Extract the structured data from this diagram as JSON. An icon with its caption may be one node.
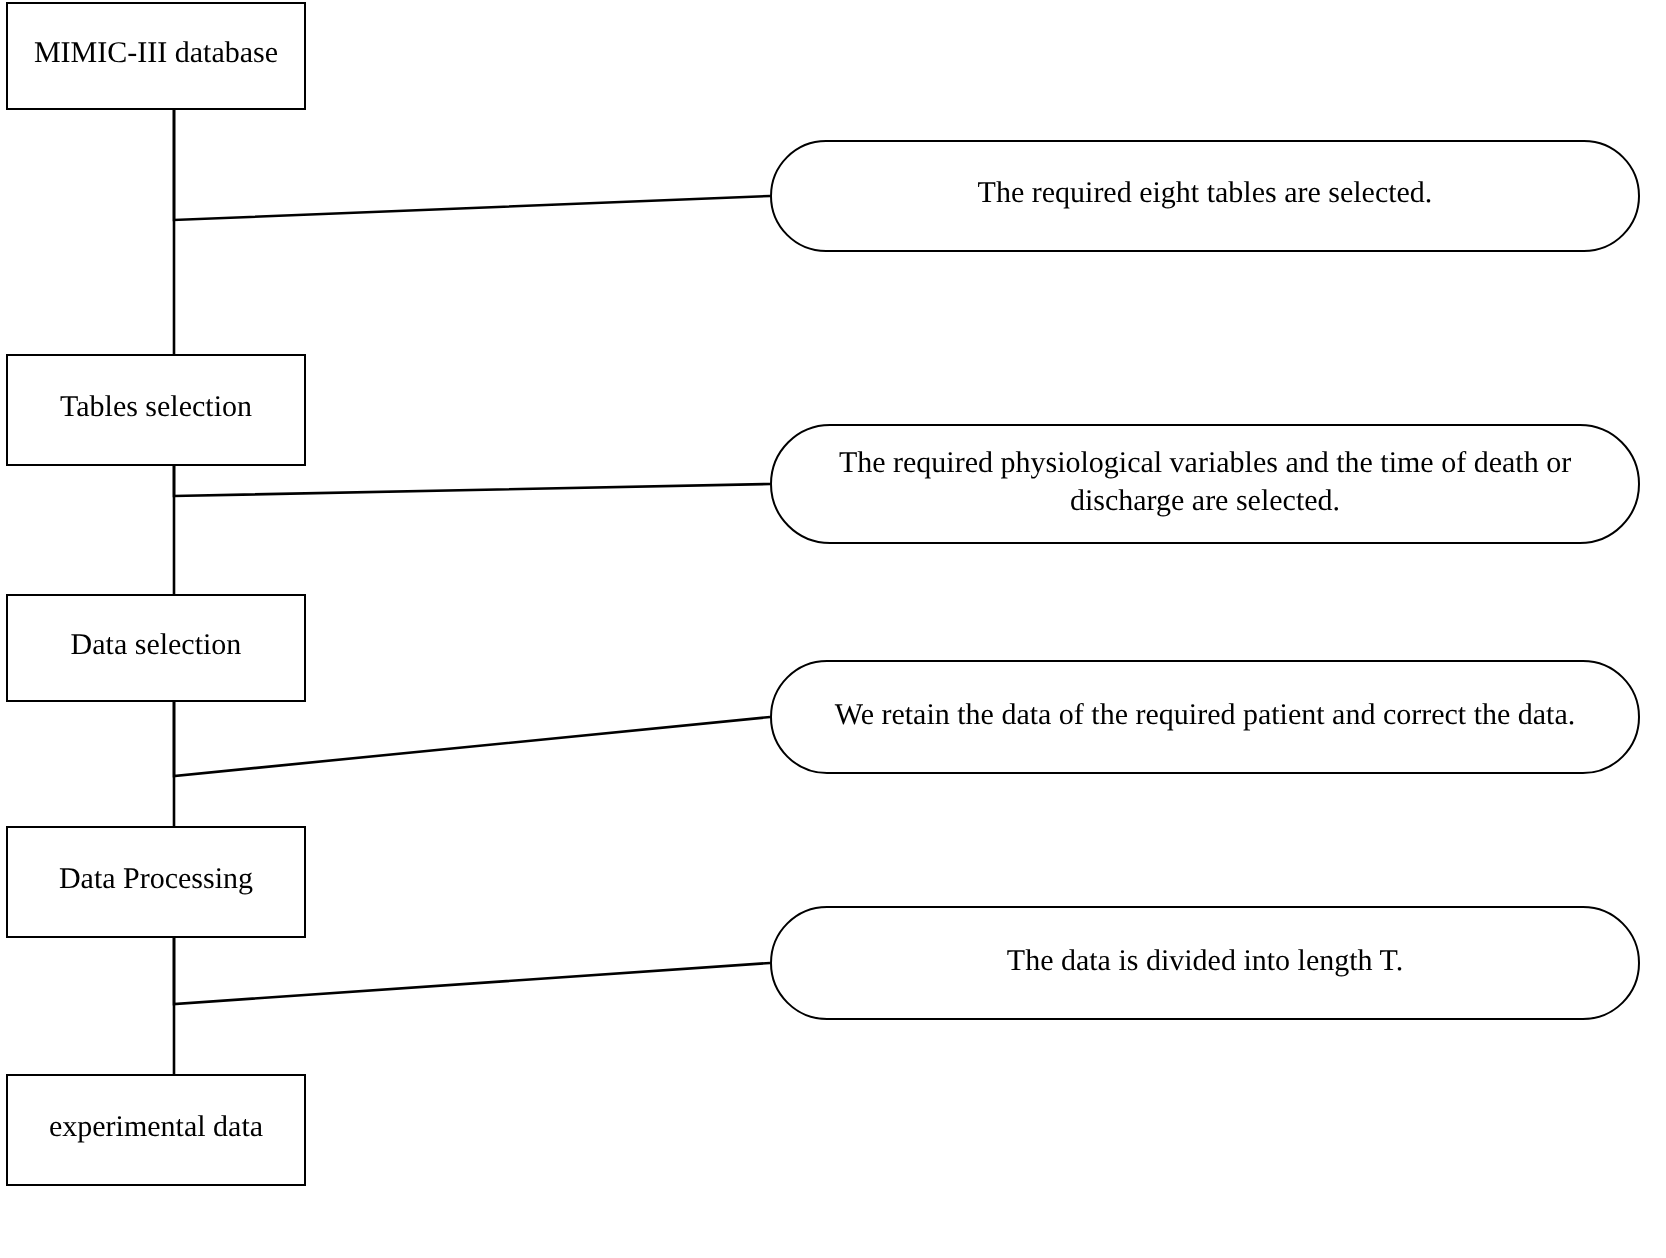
{
  "diagram": {
    "nodes": [
      {
        "text": [
          "MIMIC-III database"
        ]
      },
      {
        "text": [
          "The required eight tables are selected."
        ]
      },
      {
        "text": [
          "Tables selection"
        ]
      },
      {
        "text": [
          "The required physiological variables and the time of death or discharge are selected."
        ]
      },
      {
        "text": [
          "Data selection"
        ]
      },
      {
        "text": [
          "We retain the data of the required patient and correct the data."
        ]
      },
      {
        "text": [
          "Data Processing"
        ]
      },
      {
        "text": [
          "The data is divided into length T."
        ]
      },
      {
        "text": [
          "experimental data"
        ]
      }
    ],
    "edges": [
      {
        "from": 0,
        "to": 1,
        "arrow": "none"
      },
      {
        "from": 0,
        "to": 2,
        "arrow": "none"
      },
      {
        "from": 2,
        "to": 3,
        "arrow": "none"
      },
      {
        "from": 2,
        "to": 4,
        "arrow": "none"
      },
      {
        "from": 4,
        "to": 5,
        "arrow": "none"
      },
      {
        "from": 4,
        "to": 6,
        "arrow": "none"
      },
      {
        "from": 6,
        "to": 7,
        "arrow": "none"
      },
      {
        "from": 6,
        "to": 8,
        "arrow": "none"
      }
    ]
  }
}
